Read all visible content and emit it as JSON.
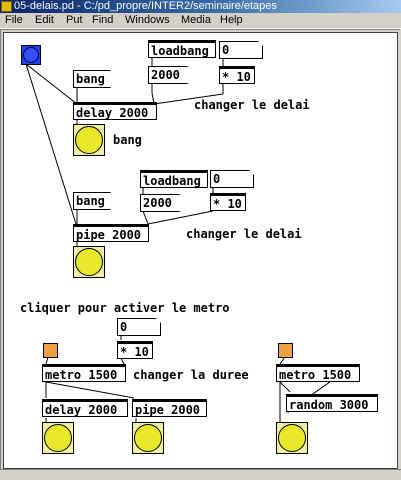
{
  "window": {
    "title": "05-delais.pd - C:/pd_propre/INTER2/seminaire/etapes"
  },
  "menu": {
    "items": [
      "File",
      "Edit",
      "Put",
      "Find",
      "Windows",
      "Media",
      "Help"
    ]
  },
  "colors": {
    "bang_fill": "#e8e82a",
    "bang_background": "#f0f0a0",
    "toggle_fill": "#f0a040",
    "top_bang_fill": "#3050ff",
    "title_gradient_start": "#0a246a"
  },
  "patch": {
    "section1": {
      "bang_small": "",
      "loadbang": "loadbang",
      "number_top": "0",
      "bang_msg": "bang",
      "msg_2000": "2000",
      "times10": "* 10",
      "delay_obj": "delay 2000",
      "comment_changer": "changer le delai",
      "comment_bang": "bang"
    },
    "section2": {
      "loadbang": "loadbang",
      "number_top": "0",
      "bang_msg": "bang",
      "msg_2000": "2000",
      "times10": "* 10",
      "pipe_obj": "pipe 2000",
      "comment_changer": "changer le delai"
    },
    "section3": {
      "comment_cliquer": "cliquer pour activer le metro",
      "number_top": "0",
      "times10": "* 10",
      "metro_left": "metro 1500",
      "comment_duree": "changer la duree",
      "delay_obj": "delay 2000",
      "pipe_obj": "pipe 2000",
      "metro_right": "metro 1500",
      "random_obj": "random 3000"
    }
  }
}
